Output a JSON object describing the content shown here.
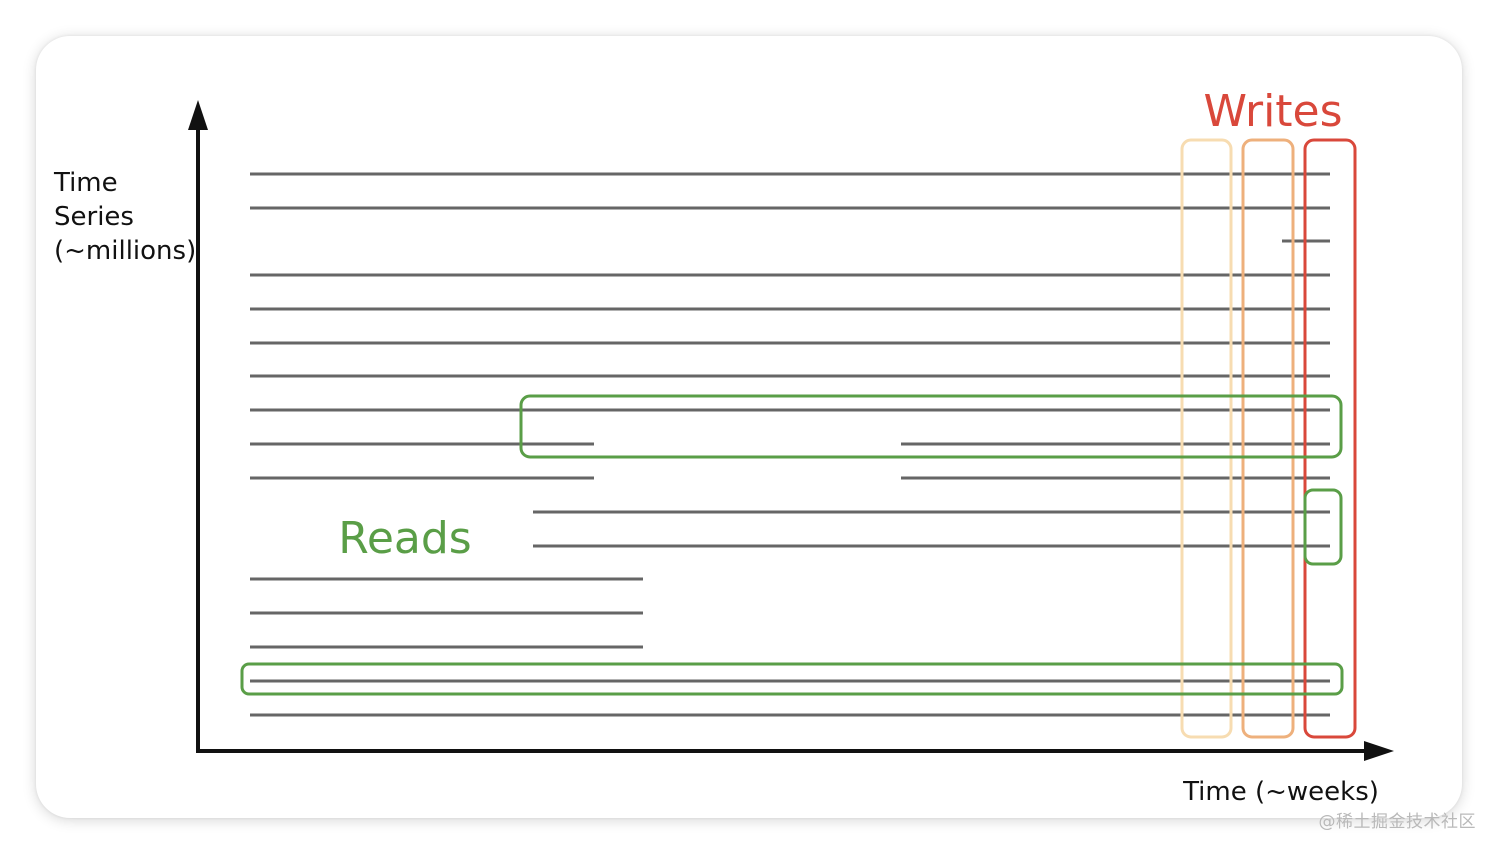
{
  "y_axis_label": [
    "Time",
    "Series",
    "(~millions)"
  ],
  "x_axis_label": "Time (~weeks)",
  "writes_label": "Writes",
  "reads_label": "Reads",
  "watermark": "@稀土掘金技术社区",
  "colors": {
    "axis": "#111111",
    "series_line": "#666666",
    "reads": "#5a9e47",
    "writes": "#d9483b",
    "writes_mid": "#eeb07c",
    "writes_light": "#f7dcb1"
  }
}
